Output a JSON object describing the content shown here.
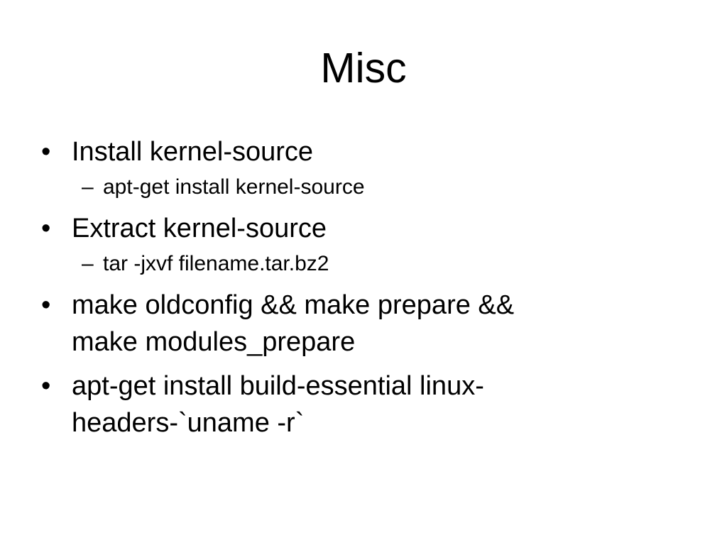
{
  "slide": {
    "title": "Misc",
    "bullet_marker": "•",
    "sub_marker": "–",
    "items": [
      {
        "text": "Install kernel-source",
        "sub": "apt-get install kernel-source"
      },
      {
        "text": "Extract kernel-source",
        "sub": "tar -jxvf filename.tar.bz2"
      },
      {
        "text_line1": "make oldconfig && make prepare &&",
        "text_line2": "make modules_prepare"
      },
      {
        "text_line1": "apt-get install build-essential linux-",
        "text_line2": "headers-`uname -r`"
      }
    ]
  }
}
